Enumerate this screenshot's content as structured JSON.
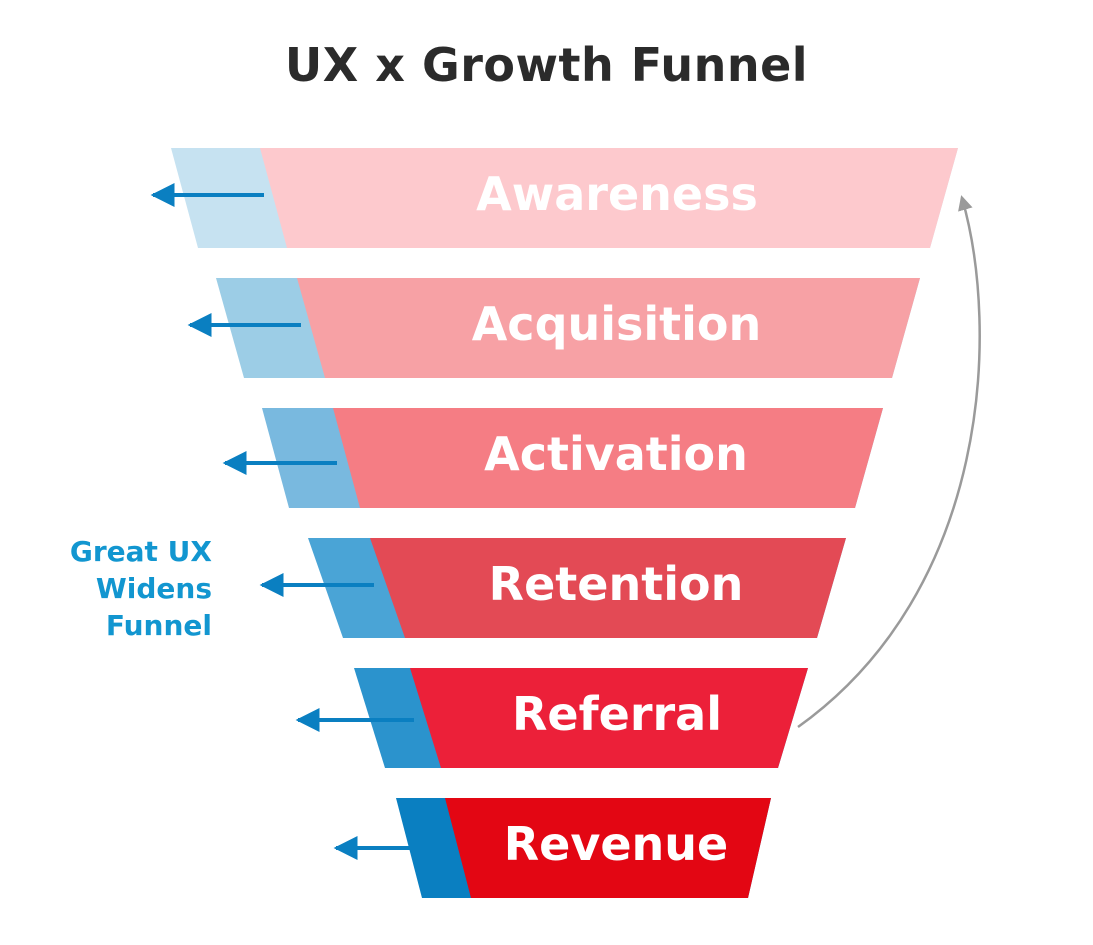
{
  "title": "UX x Growth Funnel",
  "side_note": {
    "lines": [
      "Great UX",
      "Widens",
      "Funnel"
    ],
    "color": "#1296d0"
  },
  "stages": [
    {
      "label": "Awareness",
      "fill": "#fdc9cd",
      "ux_fill": "#c6e2f1"
    },
    {
      "label": "Acquisition",
      "fill": "#f7a1a5",
      "ux_fill": "#9ccde6"
    },
    {
      "label": "Activation",
      "fill": "#f57d84",
      "ux_fill": "#79b9df"
    },
    {
      "label": "Retention",
      "fill": "#e34a55",
      "ux_fill": "#4aa4d6"
    },
    {
      "label": "Referral",
      "fill": "#ec2039",
      "ux_fill": "#2b93cd"
    },
    {
      "label": "Revenue",
      "fill": "#e30613",
      "ux_fill": "#0a7fc1"
    }
  ],
  "colors": {
    "arrow": "#0a7fc1",
    "loop_arrow": "#9a9a9a",
    "title": "#2b2b2b"
  }
}
